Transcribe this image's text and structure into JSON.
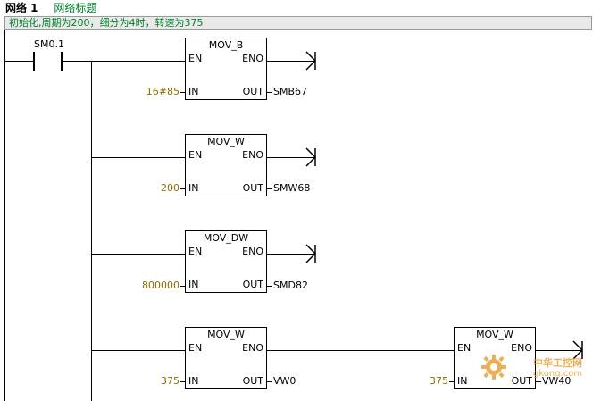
{
  "network": {
    "label": "网络 1",
    "title": "网络标题"
  },
  "comment": "初始化,周期为200，细分为4时，转速为375",
  "contact": {
    "label": "SM0.1"
  },
  "blocks": [
    {
      "name": "MOV_B",
      "en": "EN",
      "eno": "ENO",
      "in_pin": "IN",
      "out_pin": "OUT",
      "in_val": "16#85",
      "out_val": "SMB67"
    },
    {
      "name": "MOV_W",
      "en": "EN",
      "eno": "ENO",
      "in_pin": "IN",
      "out_pin": "OUT",
      "in_val": "200",
      "out_val": "SMW68"
    },
    {
      "name": "MOV_DW",
      "en": "EN",
      "eno": "ENO",
      "in_pin": "IN",
      "out_pin": "OUT",
      "in_val": "800000",
      "out_val": "SMD82"
    },
    {
      "name": "MOV_W",
      "en": "EN",
      "eno": "ENO",
      "in_pin": "IN",
      "out_pin": "OUT",
      "in_val": "375",
      "out_val": "VW0"
    },
    {
      "name": "MOV_W",
      "en": "EN",
      "eno": "ENO",
      "in_pin": "IN",
      "out_pin": "OUT",
      "in_val": "375",
      "out_val": "VW40"
    }
  ],
  "watermark": {
    "line1": "中华工控网",
    "line2": "gkong.com",
    "color": "#e8a33a"
  }
}
